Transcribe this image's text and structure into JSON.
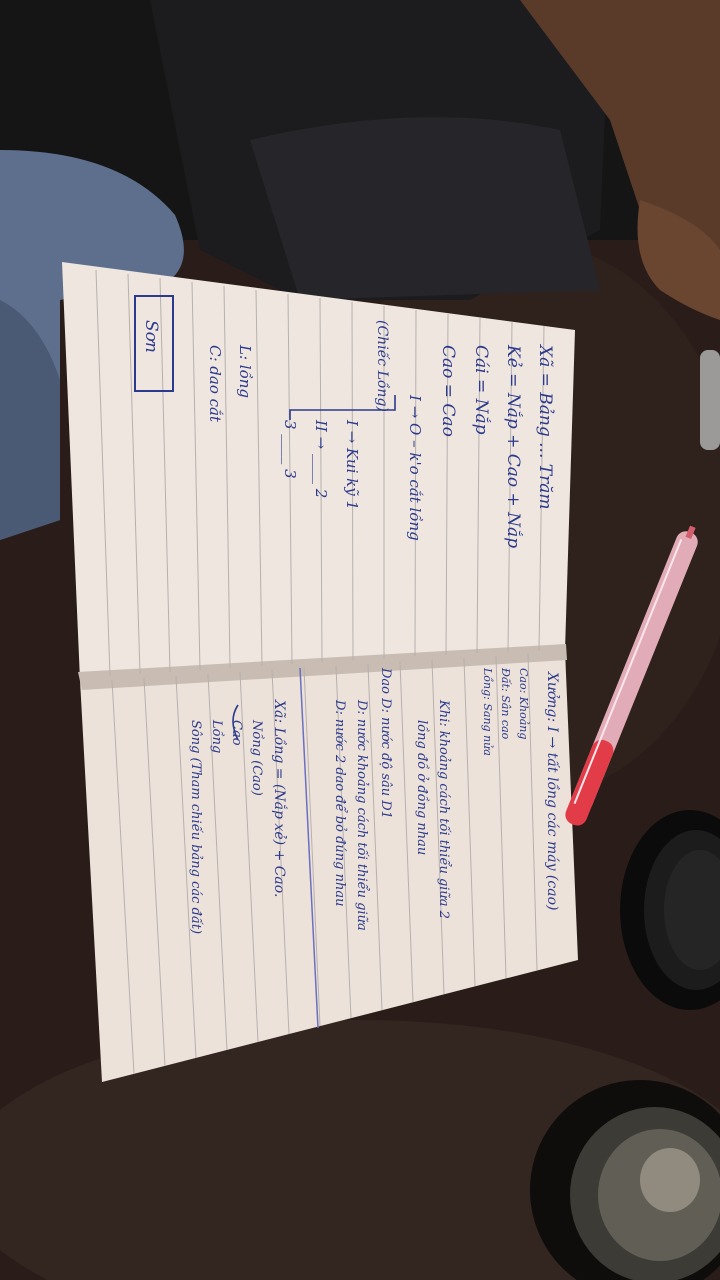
{
  "scene": {
    "description_colors": {
      "table": "#2a1d19",
      "paper": "#efe6df",
      "paper_lines": "#b7b0ae",
      "ink": "#2b3a8c",
      "jeans": "#5d6f8c",
      "pen_body": "#f1b7c4",
      "pen_cap": "#e23c48"
    },
    "objects": {
      "notebook": "notebook",
      "pen": "ballpoint-pen",
      "cups": [
        "glass-cup",
        "dark-cup"
      ],
      "person": "seated-person"
    }
  },
  "notes": {
    "left_page": {
      "line1": "Xã =  Bảng ... Trăm",
      "line2": "Kẻ = Nắp + Cao + Nắp",
      "line3": "Cái = Nắp",
      "line4": "Cao = Cao",
      "line5": "I → O – k'o cắt lồng",
      "line6": "(Chiếc Lồng)",
      "line7": "I → Kui kỹ 1",
      "line8": "II → ____ 2",
      "line9": "3 ____ 3",
      "line10": "L: lồng",
      "line11": "C: dao cắt",
      "boxed": "Sơn"
    },
    "right_page": {
      "line1": "Xưởng: I → tất lồng các máy (cao)",
      "line2": "Cao: Khoảng",
      "line3": "Đất: Sân cao",
      "line4": "Lồng: Sang nửa",
      "line5": "Khi: khoảng cách tối thiểu giữa 2",
      "line6": "lồng đồ ở đồng nhau",
      "line7": "Dao  D: nước  độ sâu D1",
      "line8": "D: nước  khoảng cách tối thiểu giữa",
      "line9": "D: nước  2 dao để bỏ đúng nhau",
      "line10": "Xã: Lồng = (Nắp xẻ) + Cao.",
      "line11": "Nồng (Cao)",
      "line12": "Cao",
      "line13": "Lồng",
      "line14": "Sông (Tham chiếu bảng các đất)"
    }
  }
}
